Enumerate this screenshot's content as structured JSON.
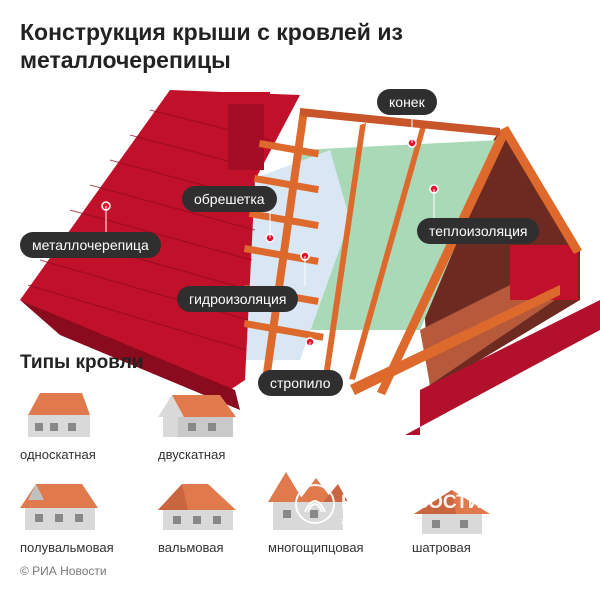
{
  "title": "Конструкция крыши с кровлей из металлочерепицы",
  "callouts": {
    "ridge": "конек",
    "battens": "обрешетка",
    "metal_tile": "металлочерепица",
    "insulation": "теплоизоляция",
    "waterproofing": "гидроизоляция",
    "rafter": "стропило"
  },
  "roof_types_title": "Типы кровли",
  "roof_types": [
    {
      "label": "односкатная",
      "icon": "single-pitch-roof-house"
    },
    {
      "label": "двускатная",
      "icon": "gable-roof-house"
    },
    {
      "label": "полувальмовая",
      "icon": "half-hip-roof-house"
    },
    {
      "label": "вальмовая",
      "icon": "hip-roof-house"
    },
    {
      "label": "многощипцовая",
      "icon": "multi-gable-roof-house"
    },
    {
      "label": "шатровая",
      "icon": "tent-roof-house"
    }
  ],
  "watermark": {
    "name": "РИА НОВОСТИ",
    "id": "#8189154"
  },
  "copyright": "© РИА Новости",
  "colors": {
    "tile_red": "#c0102a",
    "tile_dark": "#8a0a1e",
    "wood": "#dd6a2c",
    "insulation_green": "#a9d9b6",
    "membrane_blue": "#d9e6f4",
    "house_orange": "#e07a4c",
    "wall_gray": "#d9d9d9",
    "callout_bg": "#2f2f2f"
  }
}
